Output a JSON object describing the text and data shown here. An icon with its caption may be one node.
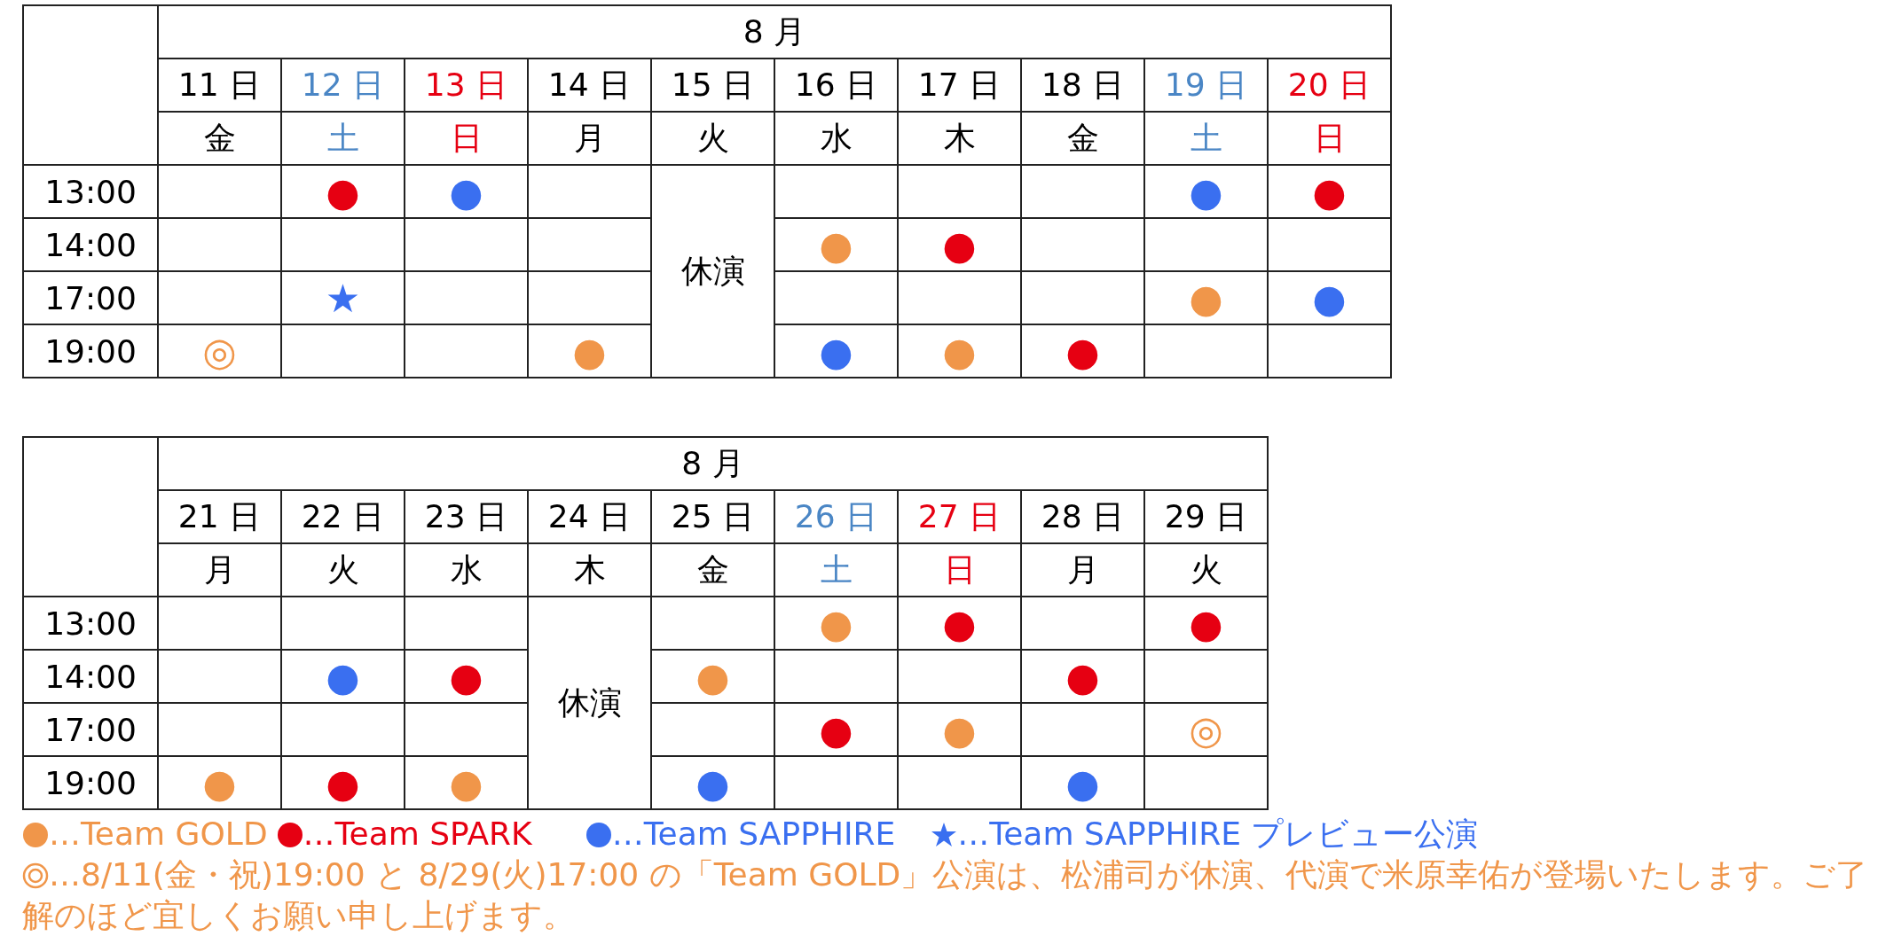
{
  "diagram": {
    "labels": [
      "8 月",
      "11 日",
      "12 日",
      "13 日",
      "14 日",
      "15 日",
      "16 日",
      "17 日",
      "18 日",
      "19 日",
      "20 日",
      "金",
      "土",
      "日",
      "月",
      "火",
      "水",
      "木",
      "金",
      "土",
      "日",
      "13:00",
      "●",
      "●",
      "休演",
      "●",
      "●",
      "14:00",
      "●",
      "●",
      "17:00",
      "★",
      "●",
      "●",
      "19:00",
      "◎",
      "●",
      "●",
      "●",
      "●",
      "8 月",
      "21 日",
      "22 日",
      "23 日",
      "24 日",
      "25 日",
      "26 日",
      "27 日",
      "28 日",
      "29 日",
      "月",
      "火",
      "水",
      "木",
      "金",
      "土",
      "日",
      "月",
      "火",
      "13:00",
      "休演",
      "●",
      "●",
      "●",
      "14:00",
      "●",
      "●",
      "●",
      "●",
      "17:00",
      "●",
      "●",
      "◎",
      "19:00",
      "●",
      "●",
      "●",
      "●",
      "●"
    ],
    "legend": [
      {
        "text": "…Team GOLD",
        "color": "#f0964a"
      },
      {
        "text": "…Team SPARK",
        "color": "#e60012"
      },
      {
        "text": "…Team SAPPHIRE",
        "color": "#3a6ff0"
      },
      {
        "text": "…Team SAPPHIRE プレビュー公演"
      },
      {
        "text": "…8/11(金・祝)19:00 と 8/29(火)17:00 の「Team GOLD」公演は、松浦司が休演、代演で米原幸佑が登場いたします。ご了解のほど宜しくお願い申し上げます。"
      }
    ]
  }
}
